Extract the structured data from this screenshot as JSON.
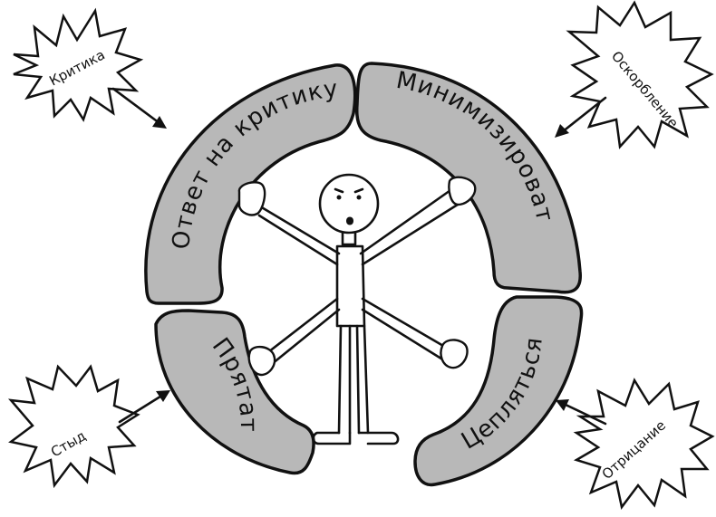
{
  "segments": {
    "top_left": "Ответ на критику",
    "top_right": "Минимизировать",
    "bottom_left": "Прятать",
    "bottom_right": "Цепляться"
  },
  "threats": {
    "top_left": "Критика",
    "top_right": "Оскорбление",
    "bottom_left": "Стыд",
    "bottom_right": "Отрицание"
  }
}
